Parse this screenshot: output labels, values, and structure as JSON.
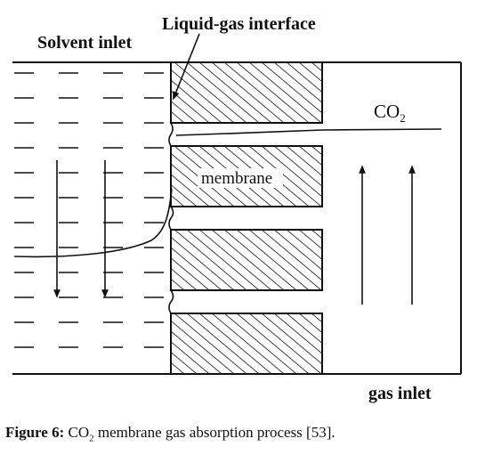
{
  "labels": {
    "solvent_inlet": "Solvent inlet",
    "interface": "Liquid-gas interface",
    "co2": "CO",
    "co2_sub": "2",
    "membrane": "membrane",
    "gas_inlet": "gas inlet"
  },
  "caption": {
    "prefix": "Figure 6:",
    "co": "CO",
    "sub": "2",
    "rest": "membrane gas absorption process [53]."
  },
  "colors": {
    "ink": "#111111",
    "background": "#ffffff"
  }
}
